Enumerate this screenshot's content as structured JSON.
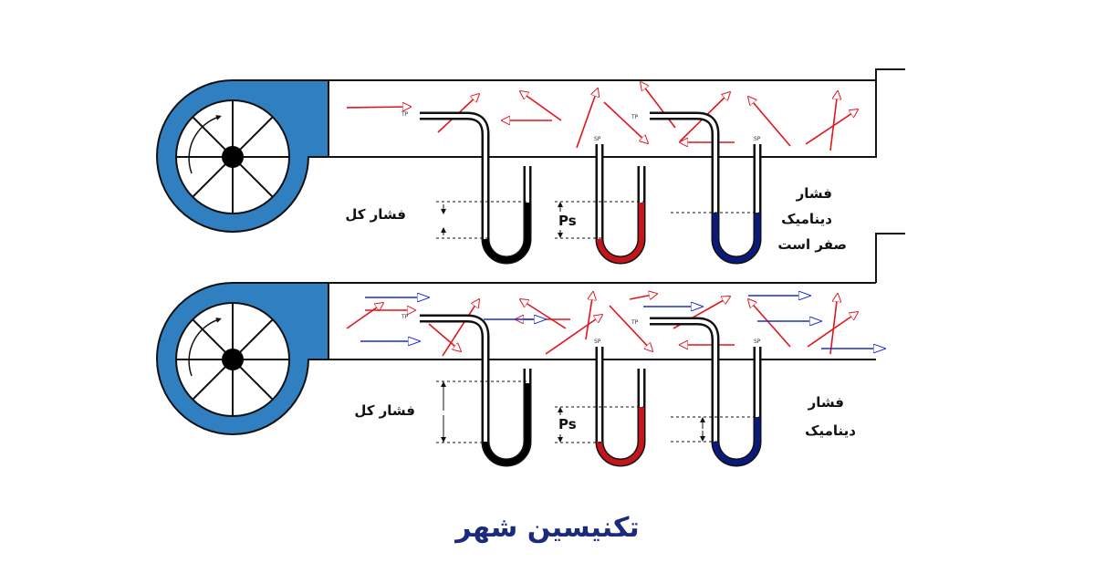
{
  "diagram": {
    "top": {
      "label_total": "فشار کل",
      "label_static": "Ps",
      "label_dynamic": [
        "فشار",
        "دینامیک",
        "صفر است"
      ],
      "tag_total": "TP",
      "tag_static": "SP"
    },
    "bottom": {
      "label_total": "فشار کل",
      "label_static": "Ps",
      "label_dynamic": [
        "فشار",
        "دینامیک"
      ],
      "tag_total": "TP",
      "tag_static": "SP"
    }
  },
  "brand": "تکنیسین شهر",
  "colors": {
    "fan_blue": "#2f7fc1",
    "static_fluid": "#c0161c",
    "dynamic_fluid": "#0a1a7a",
    "total_fluid": "#000000",
    "random_arrow": "#e0161c",
    "flow_arrow": "#1a2cd6",
    "brand_text": "#1b2a7a"
  }
}
